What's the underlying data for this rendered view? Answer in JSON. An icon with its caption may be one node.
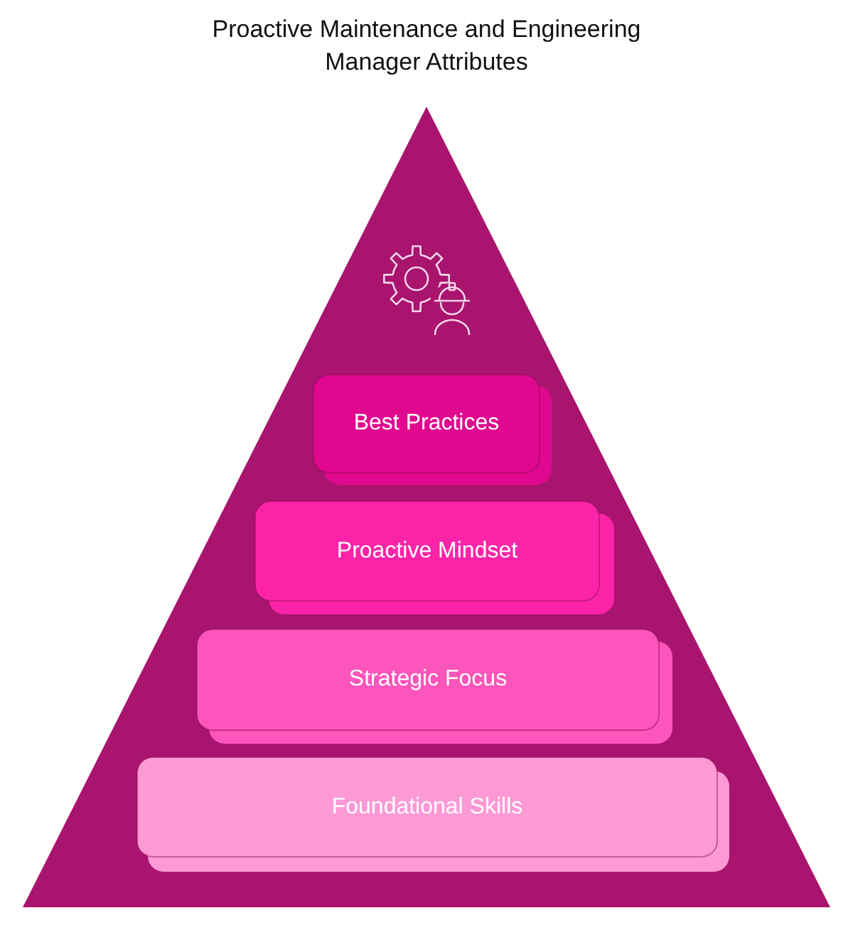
{
  "diagram": {
    "title": "Proactive Maintenance and Engineering Manager Attributes",
    "nodes": [
      {
        "text": [],
        "shape": "triangle"
      },
      {
        "text": [
          "Best Practices"
        ],
        "in": 0
      },
      {
        "text": [
          "Proactive Mindset"
        ],
        "in": 0
      },
      {
        "text": [
          "Strategic Focus"
        ],
        "in": 0
      },
      {
        "text": [
          "Foundational Skills"
        ],
        "in": 0
      }
    ]
  }
}
